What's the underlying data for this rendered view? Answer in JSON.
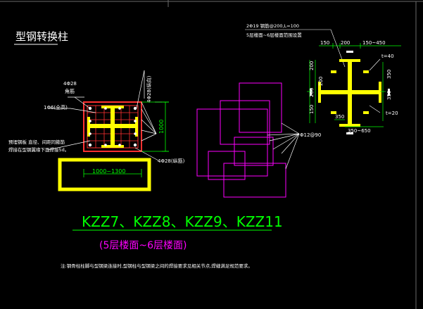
{
  "drawing": {
    "title": "型钢转换柱",
    "column_section": {
      "rebar_corner": "4Φ28",
      "rebar_corner_sub": "角筋",
      "rebar_side_right": "4Φ28(纵向)",
      "stirrup": "1Φ6(全高)",
      "note_left_1": "预埋钢板 直径、间距同箍筋",
      "note_left_2": "焊接在型钢翼缘下面焊接5d。",
      "rebar_bottom": "4Φ28(纵筋)",
      "dim_height": "1000",
      "dim_width": "1000~1300"
    },
    "stirrup_detail": {
      "label": "Φ12@90"
    },
    "steel_section": {
      "note_1": "2Φ19 钢筋@200,L=100",
      "note_2": "5层楼面~6层楼面范围设置",
      "dim_top_1": "150",
      "dim_top_2": "200",
      "dim_top_3": "150~450",
      "dim_t40": "t=40",
      "dim_left_1": "200",
      "dim_left_2": "200",
      "dim_left_3": "150",
      "dim_left_4": "200",
      "dim_right_1": "350",
      "dim_right_2": "350",
      "dim_t20": "t=20",
      "dim_bottom_1": "350",
      "dim_bottom_2": "350~650"
    },
    "column_ids": "KZZ7、KZZ8、KZZ9、KZZ11",
    "floor_range": "(5层楼面~6层楼面)",
    "footnote": "注:钢骨柱柱脚与型钢梁连接时,型钢柱与型钢梁之间的焊接要求见相关节点,焊缝满足规范要求。"
  },
  "colors": {
    "background": "#000000",
    "section_line": "#ff3030",
    "steel": "#ffff00",
    "dimension": "#00ff00",
    "annotation": "#ffffff",
    "stirrup_detail": "#ff00ff",
    "highlight_box": "#ffff00",
    "column_ids": "#00ff00",
    "floor_range": "#ff00ff"
  }
}
